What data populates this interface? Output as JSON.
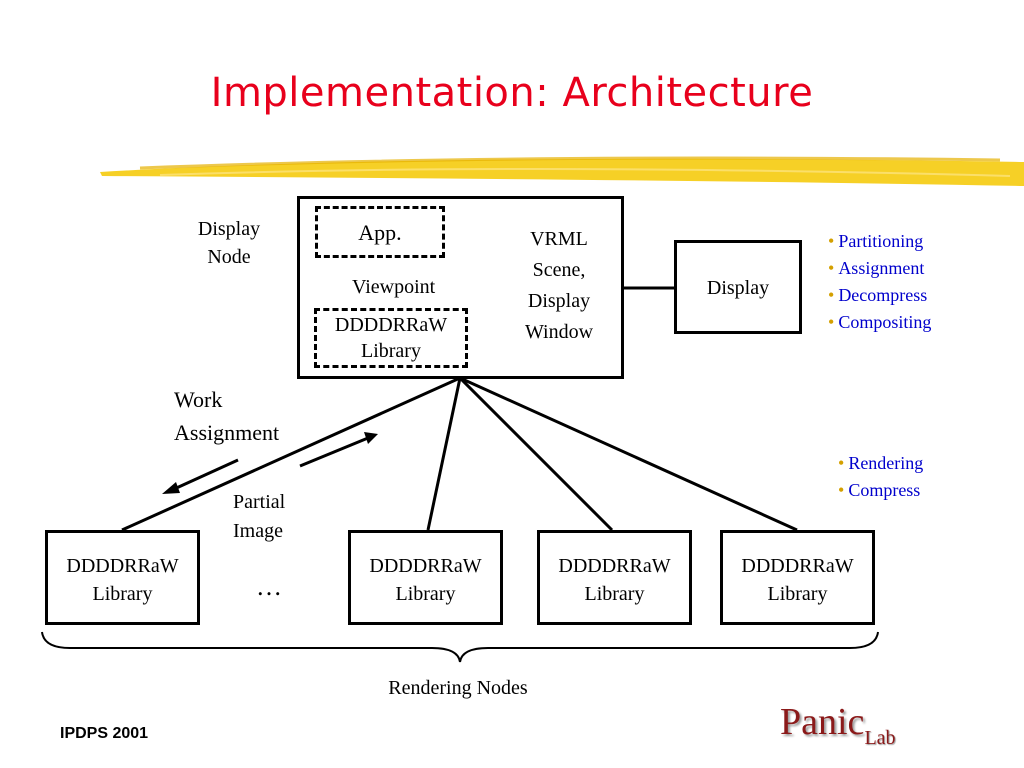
{
  "slide": {
    "title": "Implementation: Architecture",
    "footer": "IPDPS 2001",
    "logo": {
      "main": "Panic",
      "sub": "Lab"
    }
  },
  "diagram": {
    "display_node_label_1": "Display",
    "display_node_label_2": "Node",
    "app_label": "App.",
    "viewpoint_label": "Viewpoint",
    "inner_library_line1": "DDDDRRaW",
    "inner_library_line2": "Library",
    "vrml_lines": [
      "VRML",
      "Scene,",
      "Display",
      "Window"
    ],
    "display_label": "Display",
    "work_assignment_1": "Work",
    "work_assignment_2": "Assignment",
    "partial_image_1": "Partial",
    "partial_image_2": "Image",
    "ellipsis": "…",
    "rendering_nodes_label": "Rendering Nodes",
    "rendering_nodes": [
      {
        "line1": "DDDDRRaW",
        "line2": "Library"
      },
      {
        "line1": "DDDDRRaW",
        "line2": "Library"
      },
      {
        "line1": "DDDDRRaW",
        "line2": "Library"
      },
      {
        "line1": "DDDDRRaW",
        "line2": "Library"
      }
    ]
  },
  "display_tasks": [
    "Partitioning",
    "Assignment",
    "Decompress",
    "Compositing"
  ],
  "render_tasks": [
    "Rendering",
    "Compress"
  ],
  "colors": {
    "title": "#e8001c",
    "bullets": "#0000cc",
    "bullet_dot": "#d4a000",
    "highlighter": "#f5c800",
    "logo": "#8b1a1a"
  }
}
